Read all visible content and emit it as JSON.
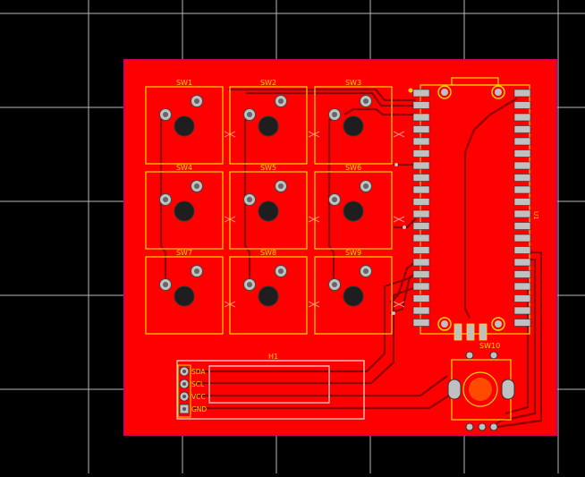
{
  "colors": {
    "background": "#000000",
    "grid": "#d9d9d9",
    "board": "#ff0000",
    "board_outline": "#d1005b",
    "trace": "#8b0000",
    "silk": "#ffd700",
    "pad": "#c0c0c0",
    "pad_hole": "#222222",
    "display_outline": "#ffffff"
  },
  "switches": [
    {
      "label": "SW1"
    },
    {
      "label": "SW2"
    },
    {
      "label": "SW3"
    },
    {
      "label": "SW4"
    },
    {
      "label": "SW5"
    },
    {
      "label": "SW6"
    },
    {
      "label": "SW7"
    },
    {
      "label": "SW8"
    },
    {
      "label": "SW9"
    }
  ],
  "header": {
    "label": "H1",
    "pins": [
      "SDA",
      "SCL",
      "VCC",
      "GND"
    ]
  },
  "encoder": {
    "label": "SW10"
  },
  "mcu": {
    "label": "U1"
  }
}
